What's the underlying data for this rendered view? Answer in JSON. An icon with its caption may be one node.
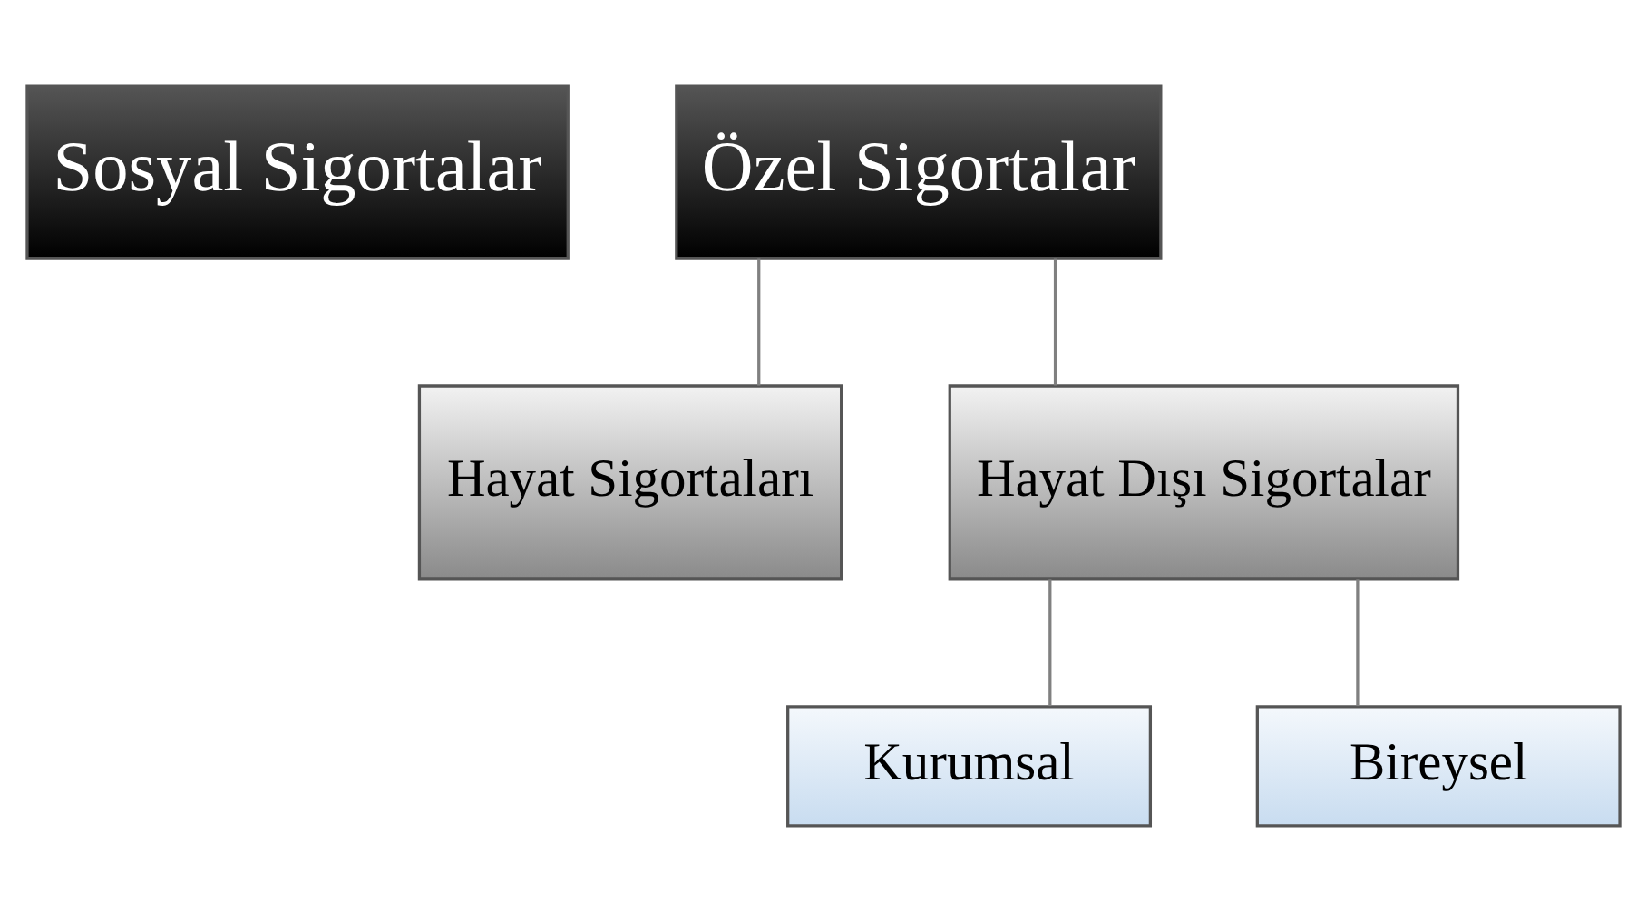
{
  "diagram": {
    "nodes": [
      {
        "text": [
          "Sosyal Sigortalar"
        ]
      },
      {
        "text": [
          "Özel Sigortalar"
        ]
      },
      {
        "text": [
          "Hayat Sigortaları"
        ]
      },
      {
        "text": [
          "Hayat Dışı Sigortalar"
        ]
      },
      {
        "text": [
          "Kurumsal"
        ]
      },
      {
        "text": [
          "Bireysel"
        ]
      }
    ],
    "edges": [
      {
        "from": 1,
        "to": 2,
        "arrow": "none"
      },
      {
        "from": 1,
        "to": 3,
        "arrow": "none"
      },
      {
        "from": 3,
        "to": 4,
        "arrow": "none"
      },
      {
        "from": 3,
        "to": 5,
        "arrow": "none"
      }
    ]
  }
}
